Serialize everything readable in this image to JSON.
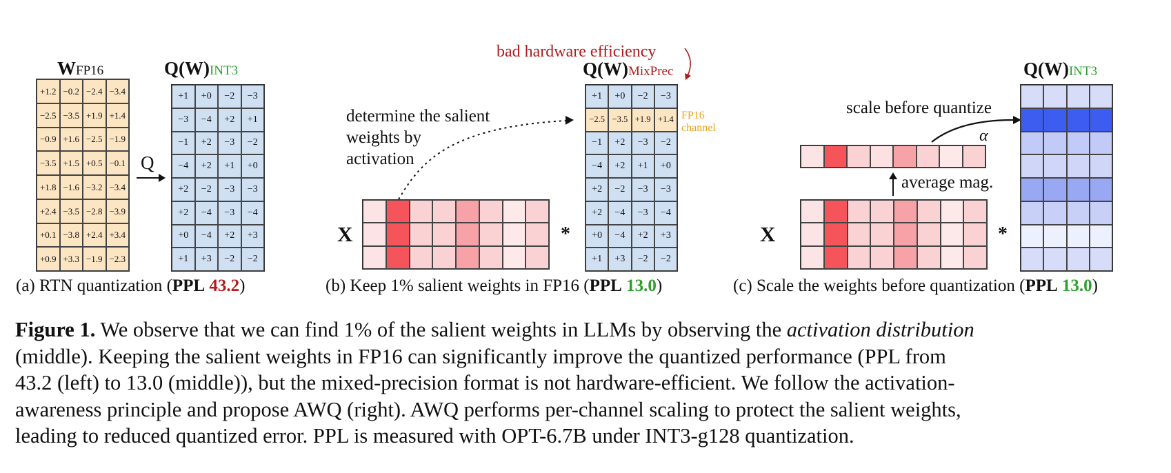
{
  "panel_a": {
    "w_label": {
      "main": "W",
      "sub": "FP16"
    },
    "q_label": {
      "main": "Q(W)",
      "sub": "INT3"
    },
    "arrow_label": "Q",
    "w_matrix": [
      [
        "+1.2",
        "−0.2",
        "−2.4",
        "−3.4"
      ],
      [
        "−2.5",
        "−3.5",
        "+1.9",
        "+1.4"
      ],
      [
        "−0.9",
        "+1.6",
        "−2.5",
        "−1.9"
      ],
      [
        "−3.5",
        "+1.5",
        "+0.5",
        "−0.1"
      ],
      [
        "+1.8",
        "−1.6",
        "−3.2",
        "−3.4"
      ],
      [
        "+2.4",
        "−3.5",
        "−2.8",
        "−3.9"
      ],
      [
        "+0.1",
        "−3.8",
        "+2.4",
        "+3.4"
      ],
      [
        "+0.9",
        "+3.3",
        "−1.9",
        "−2.3"
      ]
    ],
    "q_matrix": [
      [
        "+1",
        "+0",
        "−2",
        "−3"
      ],
      [
        "−3",
        "−4",
        "+2",
        "+1"
      ],
      [
        "−1",
        "+2",
        "−3",
        "−2"
      ],
      [
        "−4",
        "+2",
        "+1",
        "+0"
      ],
      [
        "+2",
        "−2",
        "−3",
        "−3"
      ],
      [
        "+2",
        "−4",
        "−3",
        "−4"
      ],
      [
        "+0",
        "−4",
        "+2",
        "+3"
      ],
      [
        "+1",
        "+3",
        "−2",
        "−2"
      ]
    ],
    "caption": {
      "prefix": "(a) RTN quantization (",
      "ppl_label": "PPL",
      "ppl_value": "43.2",
      "suffix": ")"
    }
  },
  "panel_b": {
    "note": [
      "determine the salient",
      "weights by",
      "activation"
    ],
    "x_label": "X",
    "star": "*",
    "hw_note": "bad hardware efficiency",
    "q_label": {
      "main": "Q(W)",
      "sub": "MixPrec"
    },
    "fp16_note": [
      "FP16",
      "channel"
    ],
    "q_matrix": [
      [
        "+1",
        "+0",
        "−2",
        "−3"
      ],
      [
        "−2.5",
        "−3.5",
        "+1.9",
        "+1.4"
      ],
      [
        "−1",
        "+2",
        "−3",
        "−2"
      ],
      [
        "−4",
        "+2",
        "+1",
        "+0"
      ],
      [
        "+2",
        "−2",
        "−3",
        "−3"
      ],
      [
        "+2",
        "−4",
        "−3",
        "−4"
      ],
      [
        "+0",
        "−4",
        "+2",
        "+3"
      ],
      [
        "+1",
        "+3",
        "−2",
        "−2"
      ]
    ],
    "caption": {
      "prefix": "(b) Keep 1% salient weights in FP16 (",
      "ppl_label": "PPL",
      "ppl_value": "13.0",
      "suffix": ")"
    }
  },
  "panel_c": {
    "scale_note": "scale before quantize",
    "alpha": "α",
    "avg_note": "average mag.",
    "x_label": "X",
    "star": "*",
    "q_label": {
      "main": "Q(W)",
      "sub": "INT3"
    },
    "caption": {
      "prefix": "(c) Scale the weights before quantization (",
      "ppl_label": "PPL",
      "ppl_value": "13.0",
      "suffix": ")"
    }
  },
  "activation_colors": [
    "#fce4e6",
    "#f4545a",
    "#fbd2d4",
    "#fbd2d4",
    "#f6a2a6",
    "#fbd2d4",
    "#fde8ea",
    "#fbd2d4"
  ],
  "avg_colors": [
    "#fce4e6",
    "#f4545a",
    "#fbd2d4",
    "#fde0e2",
    "#f6a2a6",
    "#fbd2d4",
    "#fde8ea",
    "#fbd2d4"
  ],
  "scaled_row_colors": [
    "#d7dcf8",
    "#3d5cf0",
    "#c2cbf7",
    "#cfd6f8",
    "#98a8f3",
    "#c8d0f8",
    "#edf0fd",
    "#d7dcf8"
  ],
  "figure_caption": {
    "label": "Figure 1.",
    "part1": " We observe that we can find 1% of the salient weights in LLMs by observing the ",
    "emph": "activation distribution",
    "line2": "(middle). Keeping the salient weights in FP16 can significantly improve the quantized performance (PPL from",
    "line3": "43.2 (left) to 13.0 (middle)), but the mixed-precision format is not hardware-efficient. We follow the activation-",
    "line4": "awareness principle and propose AWQ (right). AWQ performs per-channel scaling to protect the salient weights,",
    "line5": "leading to reduced quantized error. PPL is measured with OPT-6.7B under INT3-g128 quantization."
  }
}
